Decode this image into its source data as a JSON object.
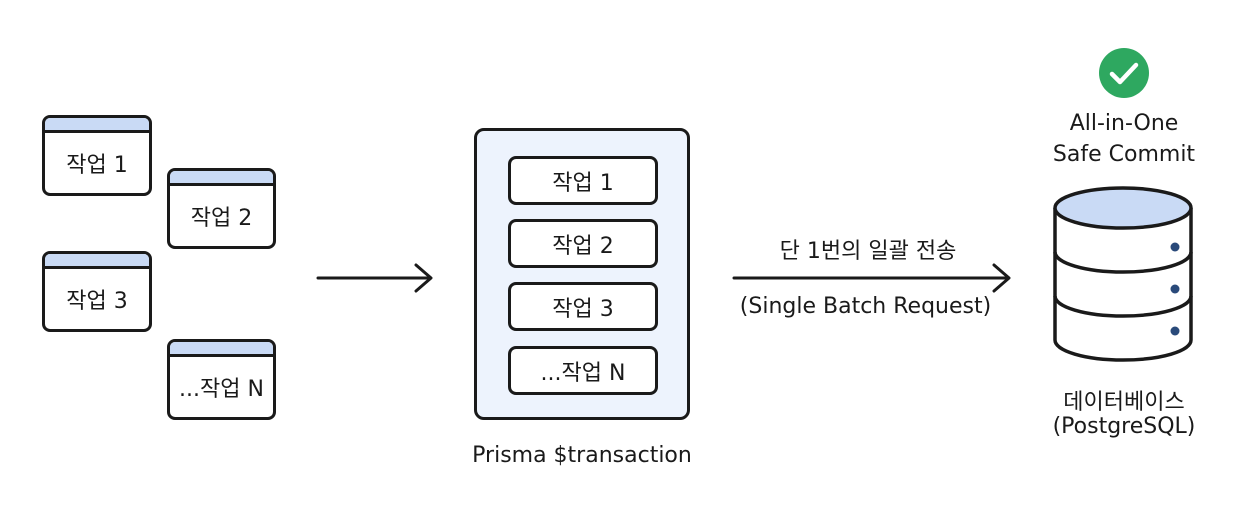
{
  "tasks": [
    {
      "label": "작업 1"
    },
    {
      "label": "작업 2"
    },
    {
      "label": "작업 3"
    },
    {
      "label": "...작업 N"
    }
  ],
  "transaction": {
    "items": [
      "작업 1",
      "작업 2",
      "작업 3",
      "...작업 N"
    ],
    "caption": "Prisma $transaction"
  },
  "send": {
    "title": "단 1번의 일괄 전송",
    "subtitle": "(Single Batch Request)"
  },
  "commit": {
    "line1": "All-in-One",
    "line2": "Safe Commit",
    "icon": "check-circle-icon",
    "color": "#2ea860"
  },
  "database": {
    "line1": "데이터베이스",
    "line2": "(PostgreSQL)",
    "icon": "database-icon",
    "top_color": "#c9daf5"
  }
}
